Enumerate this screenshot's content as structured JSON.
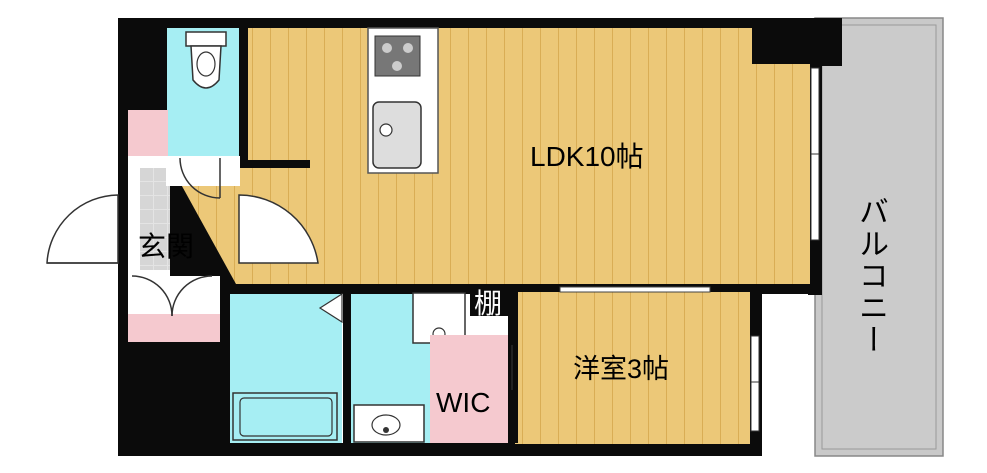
{
  "rooms": {
    "ldk": "LDK10帖",
    "western": "洋室3帖",
    "entrance": "玄関",
    "wic": "WIC",
    "shelf": "棚",
    "balcony": "バルコニー"
  },
  "colors": {
    "wall": "#0b0b0b",
    "floor": "#ecc878",
    "floor_stripe": "#e0b65e",
    "wet_area": "#a6eef3",
    "pink": "#f5c9cf",
    "balcony": "#c9c9c9",
    "entrance_tile": "#dcdcdc"
  },
  "icons": [
    "toilet-icon",
    "stove-icon",
    "sink-icon",
    "bathtub-icon",
    "washbasin-icon",
    "washer-icon",
    "door-swing-icon",
    "window-icon"
  ]
}
